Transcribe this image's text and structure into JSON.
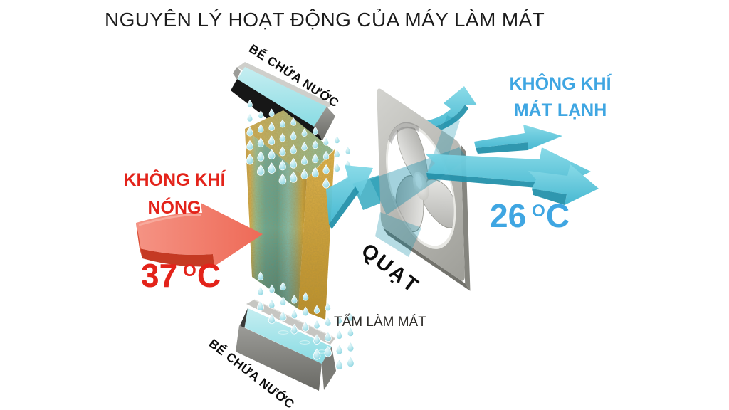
{
  "title": "NGUYÊN LÝ HOẠT ĐỘNG CỦA MÁY LÀM MÁT",
  "labels": {
    "top_tank": "BỂ CHỨA NƯỚC",
    "bottom_tank": "BỂ CHỨA NƯỚC",
    "hot_air_line1": "KHÔNG KHÍ",
    "hot_air_line2": "NÓNG",
    "cold_air_line1": "KHÔNG KHÍ",
    "cold_air_line2": "MÁT LẠNH",
    "fan": "QUẠT",
    "cooling_pad": "TẤM LÀM MÁT"
  },
  "temperatures": {
    "hot": {
      "value": "37",
      "degree": "O",
      "unit": "C"
    },
    "cold": {
      "value": "26",
      "degree": "O",
      "unit": "C"
    }
  },
  "colors": {
    "hot_text": "#e3231a",
    "cold_text": "#3fa6e2",
    "hot_arrow": "#f07c6c",
    "cold_arrow": "#54c4da",
    "pad_dry": "#d2a63e",
    "pad_wet": "#5aa896",
    "water": "#9adde4",
    "frame_gray": "#b4b4b0",
    "title_text": "#1c1c1c"
  }
}
